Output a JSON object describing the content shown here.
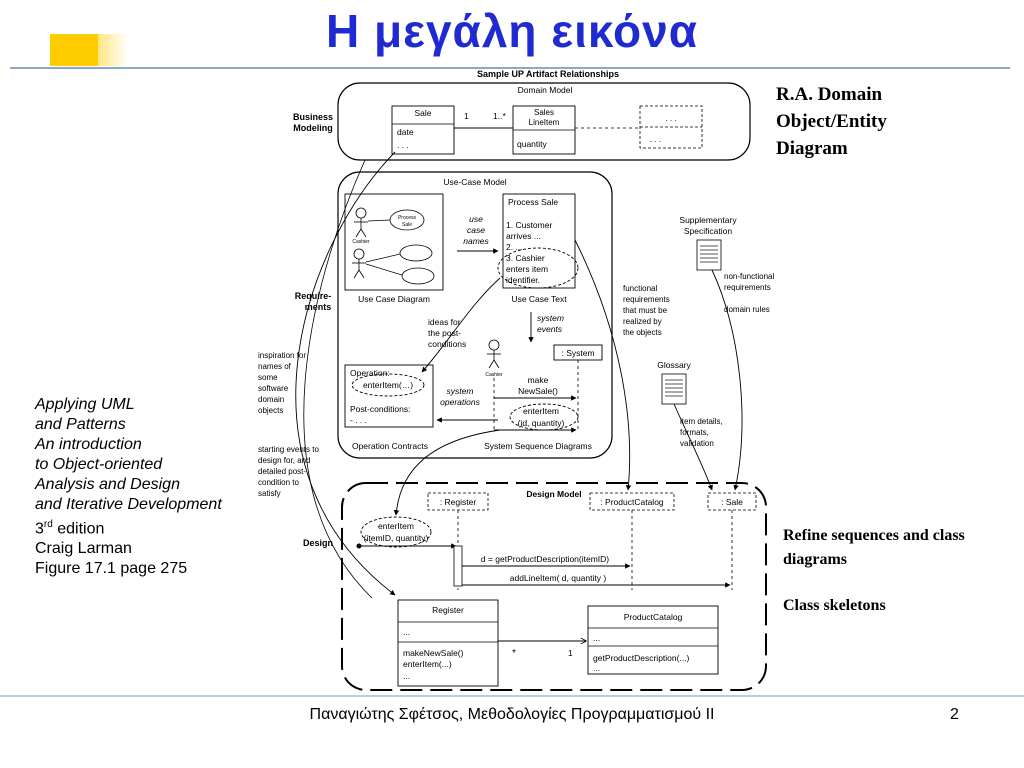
{
  "slide": {
    "title": "Η μεγάλη εικόνα",
    "footer": "Παναγιώτης Σφέτσος,  Μεθοδολογίες Προγραμματισμού ΙΙ",
    "page_number": "2"
  },
  "book": {
    "lines": [
      "Applying UML",
      "and Patterns",
      "An introduction",
      "to Object-oriented",
      "Analysis and Design",
      "and Iterative Development"
    ],
    "edition_num": "3",
    "edition_sup": "rd",
    "edition_rest": " edition",
    "author": "Craig Larman",
    "figure": "Figure 17.1 page 275"
  },
  "right_labels": {
    "ra_1": "R.A. Domain",
    "ra_2": "Object/Entity",
    "ra_3": "Diagram",
    "refine_1": "Refine sequences and class",
    "refine_2": "diagrams",
    "skeletons": "Class skeletons"
  },
  "diagram": {
    "title": "Sample UP Artifact Relationships",
    "disciplines": {
      "business_1": "Business",
      "business_2": "Modeling",
      "req_1": "Require-",
      "req_2": "ments",
      "design": "Design"
    },
    "domain": {
      "title": "Domain Model",
      "sale": "Sale",
      "date": "date",
      "dots": ". . .",
      "mult_one": "1",
      "mult_many": "1..*",
      "sli_1": "Sales",
      "sli_2": "LineItem",
      "quantity": "quantity"
    },
    "usecase": {
      "title": "Use-Case Model",
      "bubble_1": "Process",
      "bubble_2": "Sale",
      "cashier": "Cashier",
      "ucd_caption": "Use Case Diagram",
      "arrow_1": "use",
      "arrow_2": "case",
      "arrow_3": "names",
      "text_title": "Process Sale",
      "text_lines": [
        "1. Customer",
        "arrives ...",
        "2. ...",
        "3. Cashier",
        "enters item",
        "identifier."
      ],
      "text_caption": "Use Case Text",
      "sys_events_1": "system",
      "sys_events_2": "events",
      "ideas_lines": [
        "ideas for",
        "the post-",
        "conditions"
      ],
      "op_label": "Operation:",
      "op_name": "enterItem(…)",
      "postcond": "Post-conditions:",
      "op_dots": "- . . .",
      "op_caption": "Operation Contracts",
      "sys_ops_1": "system",
      "sys_ops_2": "operations",
      "system": ": System",
      "cashier2": "Cashier",
      "make_1": "make",
      "make_2": "NewSale()",
      "enter_1": "enterItem",
      "enter_2": "(id, quantity)",
      "ssd_caption": "System Sequence Diagrams"
    },
    "notes": {
      "inspiration": [
        "inspiration for",
        "names of",
        "some",
        "software",
        "domain",
        "objects"
      ],
      "starting": [
        "starting events to",
        "design for, and",
        "detailed post-",
        "condition to",
        "satisfy"
      ],
      "functional": [
        "functional",
        "requirements",
        "that must be",
        "realized by",
        "the objects"
      ],
      "supp_1": "Supplementary",
      "supp_2": "Specification",
      "nonfunc_1": "non-functional",
      "nonfunc_2": "requirements",
      "domain_rules": "domain rules",
      "glossary": "Glossary",
      "item_details": [
        "item details,",
        "formats,",
        "validation"
      ]
    },
    "design": {
      "title": "Design Model",
      "register_obj": ": Register",
      "catalog_obj": ": ProductCatalog",
      "sale_obj": ": Sale",
      "enter_1": "enterItem",
      "enter_2": "(itemID, quantity)",
      "msg_1": "d = getProductDescription(itemID)",
      "msg_2": "addLineItem( d, quantity )",
      "reg_class": "Register",
      "reg_dots": "...",
      "reg_m1": "makeNewSale()",
      "reg_m2": "enterItem(...)",
      "reg_m3": "...",
      "mult_star": "*",
      "mult_one": "1",
      "cat_class": "ProductCatalog",
      "cat_dots": "...",
      "cat_m1": "getProductDescription(...)",
      "cat_m2": "..."
    }
  }
}
